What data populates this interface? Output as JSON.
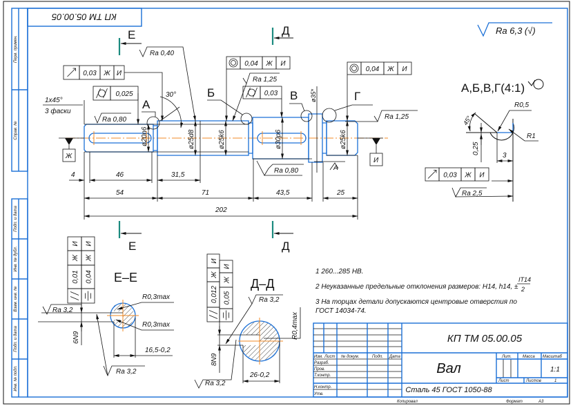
{
  "stamp_top": "КП ТМ 05.00.05",
  "roughness_general": "Ra 6,3 (√)",
  "detail_title": "А,Б,В,Г(4:1)",
  "section_markers": {
    "e": "Е",
    "d": "Д"
  },
  "section_views": {
    "e": "Е–Е",
    "d": "Д–Д"
  },
  "detail_labels": {
    "a": "А",
    "b": "Б",
    "v": "В",
    "g": "Г"
  },
  "datums": {
    "zh": "Ж",
    "i": "И",
    "inspect": "А"
  },
  "tolerance_frames": {
    "runout1": {
      "symbol": "runout",
      "values": [
        "0,03",
        "Ж",
        "И"
      ]
    },
    "cyl1": {
      "symbol": "cylindricity",
      "values": [
        "0,025"
      ]
    },
    "conc1": {
      "symbol": "concentricity",
      "values": [
        "0,04",
        "Ж",
        "И"
      ]
    },
    "cyl2": {
      "symbol": "cylindricity",
      "values": [
        "0,03"
      ]
    },
    "conc2": {
      "symbol": "concentricity",
      "values": [
        "0,04",
        "Ж",
        "И"
      ]
    },
    "runout2": {
      "symbol": "runout",
      "values": [
        "0,03",
        "Ж",
        "И"
      ]
    },
    "e_par": {
      "symbol": "parallelism",
      "values": [
        "0,01",
        "Ж",
        "И"
      ]
    },
    "e_sym": {
      "symbol": "symmetry",
      "values": [
        "0,04",
        "Ж",
        "И"
      ]
    },
    "d_par": {
      "symbol": "parallelism",
      "values": [
        "0,012",
        "Ж",
        "И"
      ]
    },
    "d_sym": {
      "symbol": "symmetry",
      "values": [
        "0,05",
        "Ж",
        "И"
      ]
    }
  },
  "roughness": {
    "ra040": "Ra 0,40",
    "ra080_left": "Ra 0,80",
    "ra125_mid": "Ra 1,25",
    "ra125_right": "Ra 1,25",
    "ra080_low": "Ra 0,80",
    "ra25": "Ra 2,5",
    "ra32_e1": "Ra 3,2",
    "ra32_e2": "Ra 3,2",
    "ra32_d1": "Ra 3,2",
    "ra32_d2": "Ra 3,2"
  },
  "diameters": {
    "d20": "ø20n6",
    "d25a": "ø25d8",
    "d25b": "ø25k6",
    "d30": "ø30p6",
    "d35": "ø35*",
    "d25c": "ø25k6"
  },
  "dimensions": {
    "d4": "4",
    "d46": "46",
    "d315": "31,5",
    "d54": "54",
    "d71": "71",
    "d435": "43,5",
    "d25": "25",
    "d202": "202",
    "chamfer": "1x45°",
    "chamfer_count": "3 фаски",
    "angle": "30°"
  },
  "detail_dims": {
    "r05": "R0,5",
    "r1": "R1",
    "angle": "45°",
    "depth": "0,25",
    "width": "3"
  },
  "section_dims": {
    "e_r1": "R0,3max",
    "e_r2": "R0,3max",
    "e_depth": "16,5-0,2",
    "e_width": "6N9",
    "d_r": "R0,4max",
    "d_depth": "26-0,2",
    "d_width": "8N9"
  },
  "notes": {
    "n1": "1 260...285 НВ.",
    "n2": "2 Неуказанные предельные отклонения размеров: Н14, h14, ±",
    "n2_num": "IT14",
    "n2_den": "2",
    "n3a": "3 На торцах детали допускаются центровые отверстия по",
    "n3b": "ГОСТ 14034-74."
  },
  "title_block": {
    "designation": "КП ТМ 05.00.05",
    "name": "Вал",
    "material": "Сталь 45 ГОСТ 1050-88",
    "col_headers": [
      "Изм.",
      "Лист",
      "№ докум.",
      "Подп.",
      "Дата"
    ],
    "roles": [
      "Разраб.",
      "Пров.",
      "Т.контр.",
      "Н.контр.",
      "Утв."
    ],
    "lit": "Лит.",
    "mass": "Масса",
    "scale": "Масштаб",
    "scale_value": "1:1",
    "sheet": "Лист",
    "sheets": "Листов",
    "sheets_value": "1",
    "copied": "Копировал",
    "format": "Формат",
    "format_value": "А3"
  },
  "side_strip": [
    "Перв. примен.",
    "Справ. №",
    "Подп. и дата",
    "Инв. № дубл.",
    "Взам. инв. №",
    "Подп. и дата",
    "Инв. № подл."
  ]
}
